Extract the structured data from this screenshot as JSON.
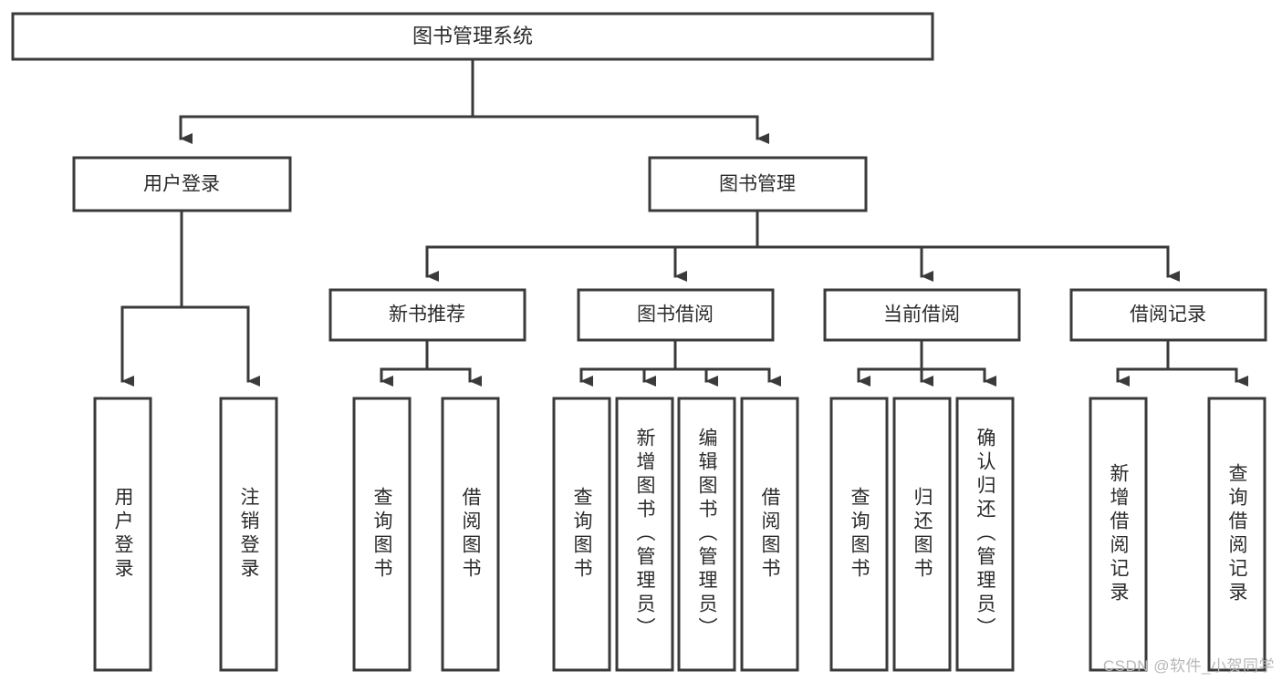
{
  "diagram": {
    "title_node": {
      "label": "图书管理系统"
    },
    "level1": [
      {
        "id": "user-login",
        "label": "用户登录"
      },
      {
        "id": "book-manage",
        "label": "图书管理"
      }
    ],
    "level2": [
      {
        "id": "new-book-recommend",
        "label": "新书推荐"
      },
      {
        "id": "book-borrow",
        "label": "图书借阅"
      },
      {
        "id": "current-borrow",
        "label": "当前借阅"
      },
      {
        "id": "borrow-record",
        "label": "借阅记录"
      }
    ],
    "leaves": [
      {
        "id": "leaf-user-login",
        "label": "用户登录",
        "parent": "user-login"
      },
      {
        "id": "leaf-logout-login",
        "label": "注销登录",
        "parent": "user-login"
      },
      {
        "id": "leaf-query-book-1",
        "label": "查询图书",
        "parent": "new-book-recommend"
      },
      {
        "id": "leaf-borrow-book-1",
        "label": "借阅图书",
        "parent": "new-book-recommend"
      },
      {
        "id": "leaf-query-book-2",
        "label": "查询图书",
        "parent": "book-borrow"
      },
      {
        "id": "leaf-add-book-admin",
        "label": "新增图书（管理员）",
        "parent": "book-borrow"
      },
      {
        "id": "leaf-edit-book-admin",
        "label": "编辑图书（管理员）",
        "parent": "book-borrow"
      },
      {
        "id": "leaf-borrow-book-2",
        "label": "借阅图书",
        "parent": "book-borrow"
      },
      {
        "id": "leaf-query-book-3",
        "label": "查询图书",
        "parent": "current-borrow"
      },
      {
        "id": "leaf-return-book",
        "label": "归还图书",
        "parent": "current-borrow"
      },
      {
        "id": "leaf-confirm-return-admin",
        "label": "确认归还（管理员）",
        "parent": "current-borrow"
      },
      {
        "id": "leaf-add-borrow-record",
        "label": "新增借阅记录",
        "parent": "borrow-record"
      },
      {
        "id": "leaf-query-borrow-record",
        "label": "查询借阅记录",
        "parent": "borrow-record"
      }
    ],
    "colors": {
      "stroke": "#3a3a3a",
      "fill": "#ffffff",
      "text": "#2b2b2b",
      "watermark": "#b7b7b7"
    }
  },
  "watermark": {
    "text": "CSDN @软件_小贺同学"
  }
}
